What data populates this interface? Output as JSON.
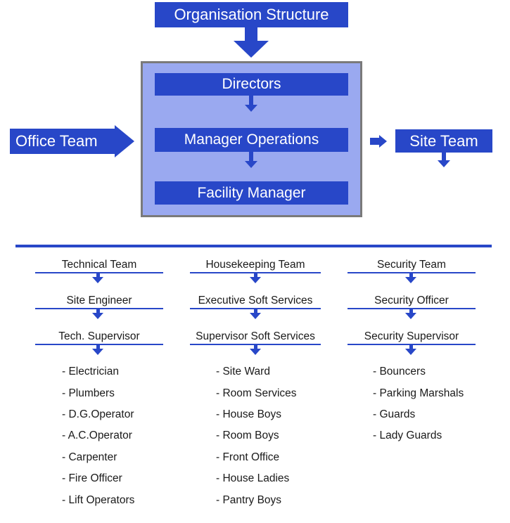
{
  "top": {
    "title": "Organisation Structure",
    "office_team": "Office Team",
    "site_team": "Site Team",
    "directors": "Directors",
    "manager_operations": "Manager Operations",
    "facility_manager": "Facility Manager"
  },
  "colors": {
    "primary_blue": "#2847c8",
    "panel_fill": "#9aa9f0",
    "panel_border": "#7a7a7a"
  },
  "columns": [
    {
      "heads": [
        "Technical Team",
        "Site Engineer",
        "Tech. Supervisor"
      ],
      "items": [
        "- Electrician",
        "- Plumbers",
        "- D.G.Operator",
        "- A.C.Operator",
        "- Carpenter",
        "- Fire Officer",
        "- Lift Operators"
      ]
    },
    {
      "heads": [
        "Housekeeping Team",
        "Executive Soft Services",
        "Supervisor Soft Services"
      ],
      "items": [
        "- Site Ward",
        "- Room Services",
        "- House Boys",
        "- Room Boys",
        "- Front Office",
        "- House Ladies",
        "- Pantry Boys"
      ]
    },
    {
      "heads": [
        "Security Team",
        "Security Officer",
        "Security Supervisor"
      ],
      "items": [
        "- Bouncers",
        "- Parking Marshals",
        "- Guards",
        "- Lady Guards"
      ]
    }
  ]
}
